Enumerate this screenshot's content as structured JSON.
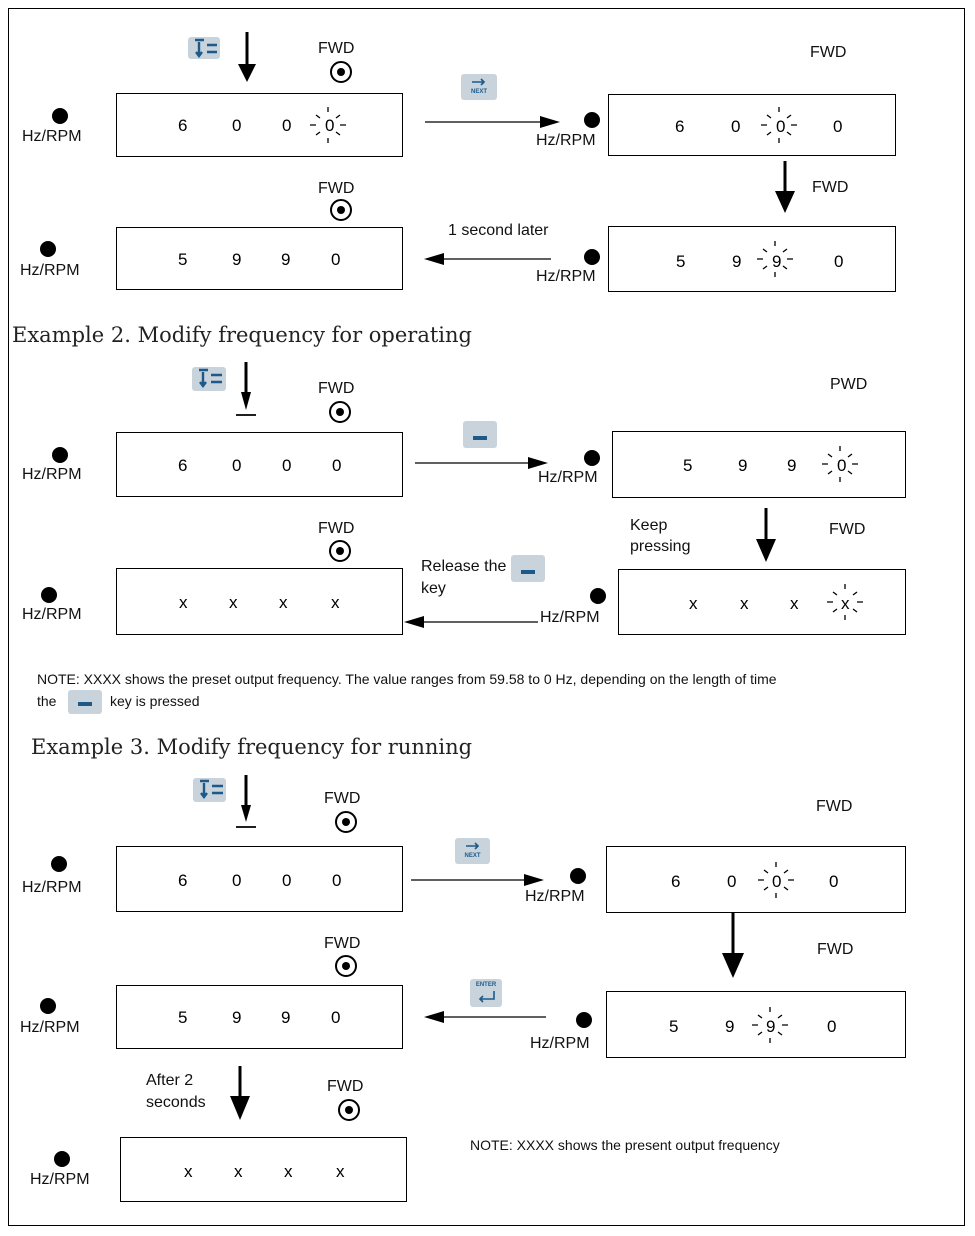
{
  "labels": {
    "hz_rpm": "Hz/RPM",
    "fwd": "FWD",
    "pwd": "PWD",
    "one_second_later": "1 second later",
    "keep_pressing_1": "Keep",
    "keep_pressing_2": "pressing",
    "release_1": "Release the",
    "release_2": "key",
    "after_1": "After 2",
    "after_2": "seconds"
  },
  "keys": {
    "next": "NEXT",
    "enter": "ENTER"
  },
  "headings": {
    "example2": "Example 2. Modify frequency for operating",
    "example3": "Example 3. Modify frequency for running"
  },
  "notes": {
    "note2_line1": "NOTE: XXXX shows the preset output frequency. The value ranges from 59.58 to 0 Hz, depending on the length of time",
    "note2_the": "the",
    "note2_end": "key is pressed",
    "note3": "NOTE: XXXX shows the present output frequency"
  },
  "displays": {
    "ex1_a": [
      "6",
      "0",
      "0",
      "0"
    ],
    "ex1_b": [
      "6",
      "0",
      "0",
      "0"
    ],
    "ex1_c": [
      "5",
      "9",
      "9",
      "0"
    ],
    "ex1_d": [
      "5",
      "9",
      "9",
      "0"
    ],
    "ex2_a": [
      "6",
      "0",
      "0",
      "0"
    ],
    "ex2_b": [
      "5",
      "9",
      "9",
      "0"
    ],
    "ex2_c": [
      "x",
      "x",
      "x",
      "x"
    ],
    "ex2_d": [
      "x",
      "x",
      "x",
      "x"
    ],
    "ex3_a": [
      "6",
      "0",
      "0",
      "0"
    ],
    "ex3_b": [
      "6",
      "0",
      "0",
      "0"
    ],
    "ex3_c": [
      "5",
      "9",
      "9",
      "0"
    ],
    "ex3_d": [
      "5",
      "9",
      "9",
      "0"
    ],
    "ex3_e": [
      "x",
      "x",
      "x",
      "x"
    ]
  },
  "colors": {
    "key_bg": "#c8d3dc",
    "key_fg": "#1d5a8a"
  }
}
